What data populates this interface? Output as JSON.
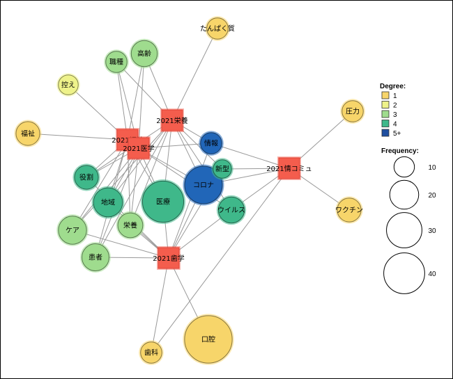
{
  "colors": {
    "deg1": "#f7d56a",
    "deg2": "#eef28a",
    "deg3": "#9fdc8e",
    "deg4": "#3fb88a",
    "deg5": "#2166b8",
    "corpus_fill": "#f45d4d",
    "corpus_stroke": "#e04436",
    "edge": "#999999"
  },
  "corpus_nodes": [
    {
      "id": "c_eiyo",
      "label": "2021栄養"
    },
    {
      "id": "c_fukushi",
      "label": "2021福祉"
    },
    {
      "id": "c_igaku",
      "label": "2021医学"
    },
    {
      "id": "c_joho",
      "label": "2021情コミュ"
    },
    {
      "id": "c_shika",
      "label": "2021歯学"
    }
  ],
  "word_nodes": [
    {
      "id": "w_tanpaku",
      "label": "たんぱく質",
      "degree": 1,
      "frequency": 8
    },
    {
      "id": "w_shokushu",
      "label": "職種",
      "degree": 3,
      "frequency": 8
    },
    {
      "id": "w_korei",
      "label": "高齢",
      "degree": 3,
      "frequency": 12
    },
    {
      "id": "w_hikae",
      "label": "控え",
      "degree": 2,
      "frequency": 7
    },
    {
      "id": "w_fukusha",
      "label": "福祉",
      "degree": 1,
      "frequency": 10
    },
    {
      "id": "w_joho",
      "label": "情報",
      "degree": 5,
      "frequency": 8
    },
    {
      "id": "w_shingata",
      "label": "新型",
      "degree": 4,
      "frequency": 6
    },
    {
      "id": "w_yakuwari",
      "label": "役割",
      "degree": 4,
      "frequency": 10
    },
    {
      "id": "w_corona",
      "label": "コロナ",
      "degree": 5,
      "frequency": 25
    },
    {
      "id": "w_iryo",
      "label": "医療",
      "degree": 4,
      "frequency": 30
    },
    {
      "id": "w_chiiki",
      "label": "地域",
      "degree": 4,
      "frequency": 15
    },
    {
      "id": "w_virus",
      "label": "ウイルス",
      "degree": 4,
      "frequency": 12
    },
    {
      "id": "w_care",
      "label": "ケア",
      "degree": 3,
      "frequency": 14
    },
    {
      "id": "w_eiyo",
      "label": "栄養",
      "degree": 3,
      "frequency": 11
    },
    {
      "id": "w_kanja",
      "label": "患者",
      "degree": 3,
      "frequency": 13
    },
    {
      "id": "w_atsuryoku",
      "label": "圧力",
      "degree": 1,
      "frequency": 8
    },
    {
      "id": "w_vaccine",
      "label": "ワクチン",
      "degree": 1,
      "frequency": 10
    },
    {
      "id": "w_koku",
      "label": "口腔",
      "degree": 1,
      "frequency": 40
    },
    {
      "id": "w_shika",
      "label": "歯科",
      "degree": 1,
      "frequency": 8
    }
  ],
  "edges": [
    [
      "c_eiyo",
      "w_tanpaku"
    ],
    [
      "c_eiyo",
      "w_korei"
    ],
    [
      "c_eiyo",
      "w_shokushu"
    ],
    [
      "c_eiyo",
      "w_joho"
    ],
    [
      "c_eiyo",
      "w_shingata"
    ],
    [
      "c_eiyo",
      "w_corona"
    ],
    [
      "c_eiyo",
      "w_virus"
    ],
    [
      "c_eiyo",
      "w_iryo"
    ],
    [
      "c_eiyo",
      "w_chiiki"
    ],
    [
      "c_eiyo",
      "w_yakuwari"
    ],
    [
      "c_eiyo",
      "w_care"
    ],
    [
      "c_eiyo",
      "w_eiyo"
    ],
    [
      "c_eiyo",
      "w_kanja"
    ],
    [
      "c_fukushi",
      "w_hikae"
    ],
    [
      "c_fukushi",
      "w_fukusha"
    ],
    [
      "c_fukushi",
      "w_shokushu"
    ],
    [
      "c_fukushi",
      "w_korei"
    ],
    [
      "c_fukushi",
      "w_yakuwari"
    ],
    [
      "c_fukushi",
      "w_chiiki"
    ],
    [
      "c_fukushi",
      "w_care"
    ],
    [
      "c_fukushi",
      "w_kanja"
    ],
    [
      "c_fukushi",
      "w_eiyo"
    ],
    [
      "c_fukushi",
      "w_iryo"
    ],
    [
      "c_igaku",
      "w_korei"
    ],
    [
      "c_igaku",
      "w_shokushu"
    ],
    [
      "c_igaku",
      "w_joho"
    ],
    [
      "c_igaku",
      "w_corona"
    ],
    [
      "c_igaku",
      "w_chiiki"
    ],
    [
      "c_igaku",
      "w_yakuwari"
    ],
    [
      "c_igaku",
      "w_care"
    ],
    [
      "c_igaku",
      "w_eiyo"
    ],
    [
      "c_igaku",
      "w_kanja"
    ],
    [
      "c_igaku",
      "w_iryo"
    ],
    [
      "c_igaku",
      "w_virus"
    ],
    [
      "c_joho",
      "w_atsuryoku"
    ],
    [
      "c_joho",
      "w_vaccine"
    ],
    [
      "c_joho",
      "w_joho"
    ],
    [
      "c_joho",
      "w_shingata"
    ],
    [
      "c_joho",
      "w_corona"
    ],
    [
      "c_joho",
      "w_virus"
    ],
    [
      "c_joho",
      "w_shika"
    ],
    [
      "c_shika",
      "w_koku"
    ],
    [
      "c_shika",
      "w_shika"
    ],
    [
      "c_shika",
      "w_corona"
    ],
    [
      "c_shika",
      "w_shingata"
    ],
    [
      "c_shika",
      "w_joho"
    ],
    [
      "c_shika",
      "w_virus"
    ],
    [
      "c_shika",
      "w_iryo"
    ],
    [
      "c_shika",
      "w_chiiki"
    ],
    [
      "c_shika",
      "w_yakuwari"
    ],
    [
      "c_shika",
      "w_care"
    ],
    [
      "c_shika",
      "w_eiyo"
    ],
    [
      "c_shika",
      "w_kanja"
    ]
  ],
  "legend": {
    "degree_title": "Degree:",
    "degree_items": [
      {
        "label": "1",
        "color": "#f7d56a"
      },
      {
        "label": "2",
        "color": "#eef28a"
      },
      {
        "label": "3",
        "color": "#9fdc8e"
      },
      {
        "label": "4",
        "color": "#3fb88a"
      },
      {
        "label": "5+",
        "color": "#1f4fa0"
      }
    ],
    "frequency_title": "Frequency:",
    "frequency_items": [
      {
        "label": "10",
        "value": 10
      },
      {
        "label": "20",
        "value": 20
      },
      {
        "label": "30",
        "value": 30
      },
      {
        "label": "40",
        "value": 40
      }
    ]
  }
}
